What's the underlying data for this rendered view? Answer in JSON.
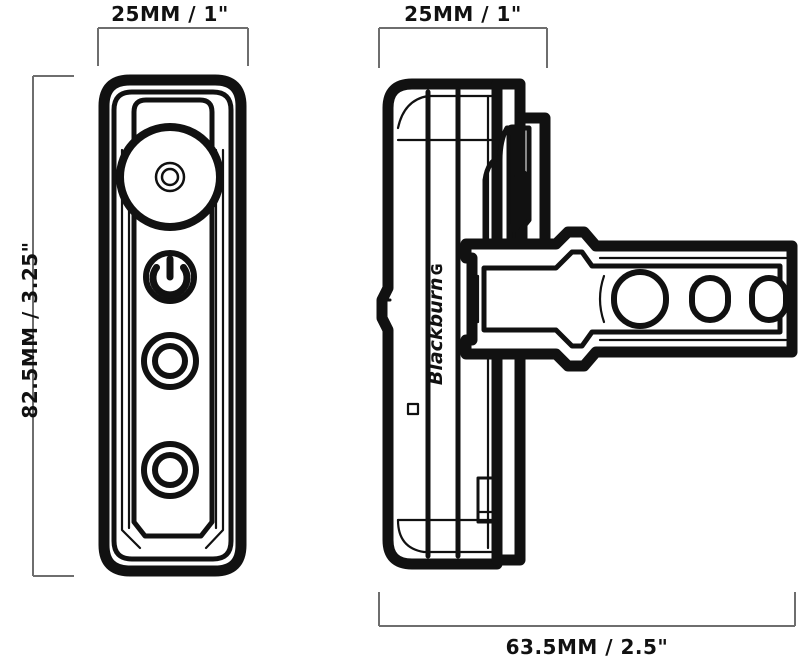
{
  "drawing": {
    "title": "Bicycle light dimensional drawing",
    "background_color": "#ffffff",
    "line_color": "#111111",
    "dimension_line_color": "#6e6e6e"
  },
  "dimensions": {
    "top_left": {
      "label": "25MM / 1\"",
      "measures": "front-view-width"
    },
    "top_right": {
      "label": "25MM / 1\"",
      "measures": "side-view-body-width"
    },
    "left": {
      "label": "82.5MM / 3.25\"",
      "measures": "front-view-height"
    },
    "bottom": {
      "label": "63.5MM / 2.5\"",
      "measures": "side-view-total-width-with-mount"
    }
  },
  "front_view": {
    "name": "front-view",
    "features": {
      "lens": "main-lens",
      "lens_center_ring": "lens-center-ring",
      "power_button": "power-button",
      "indicator_1": "indicator-button-1",
      "indicator_2": "indicator-button-2"
    }
  },
  "side_view": {
    "name": "side-view",
    "brand": "Blackburn",
    "brand_mark": "ɢ",
    "features": {
      "clip": "mounting-clip",
      "mount": "handlebar-mount-bracket",
      "mount_holes": 3
    }
  }
}
